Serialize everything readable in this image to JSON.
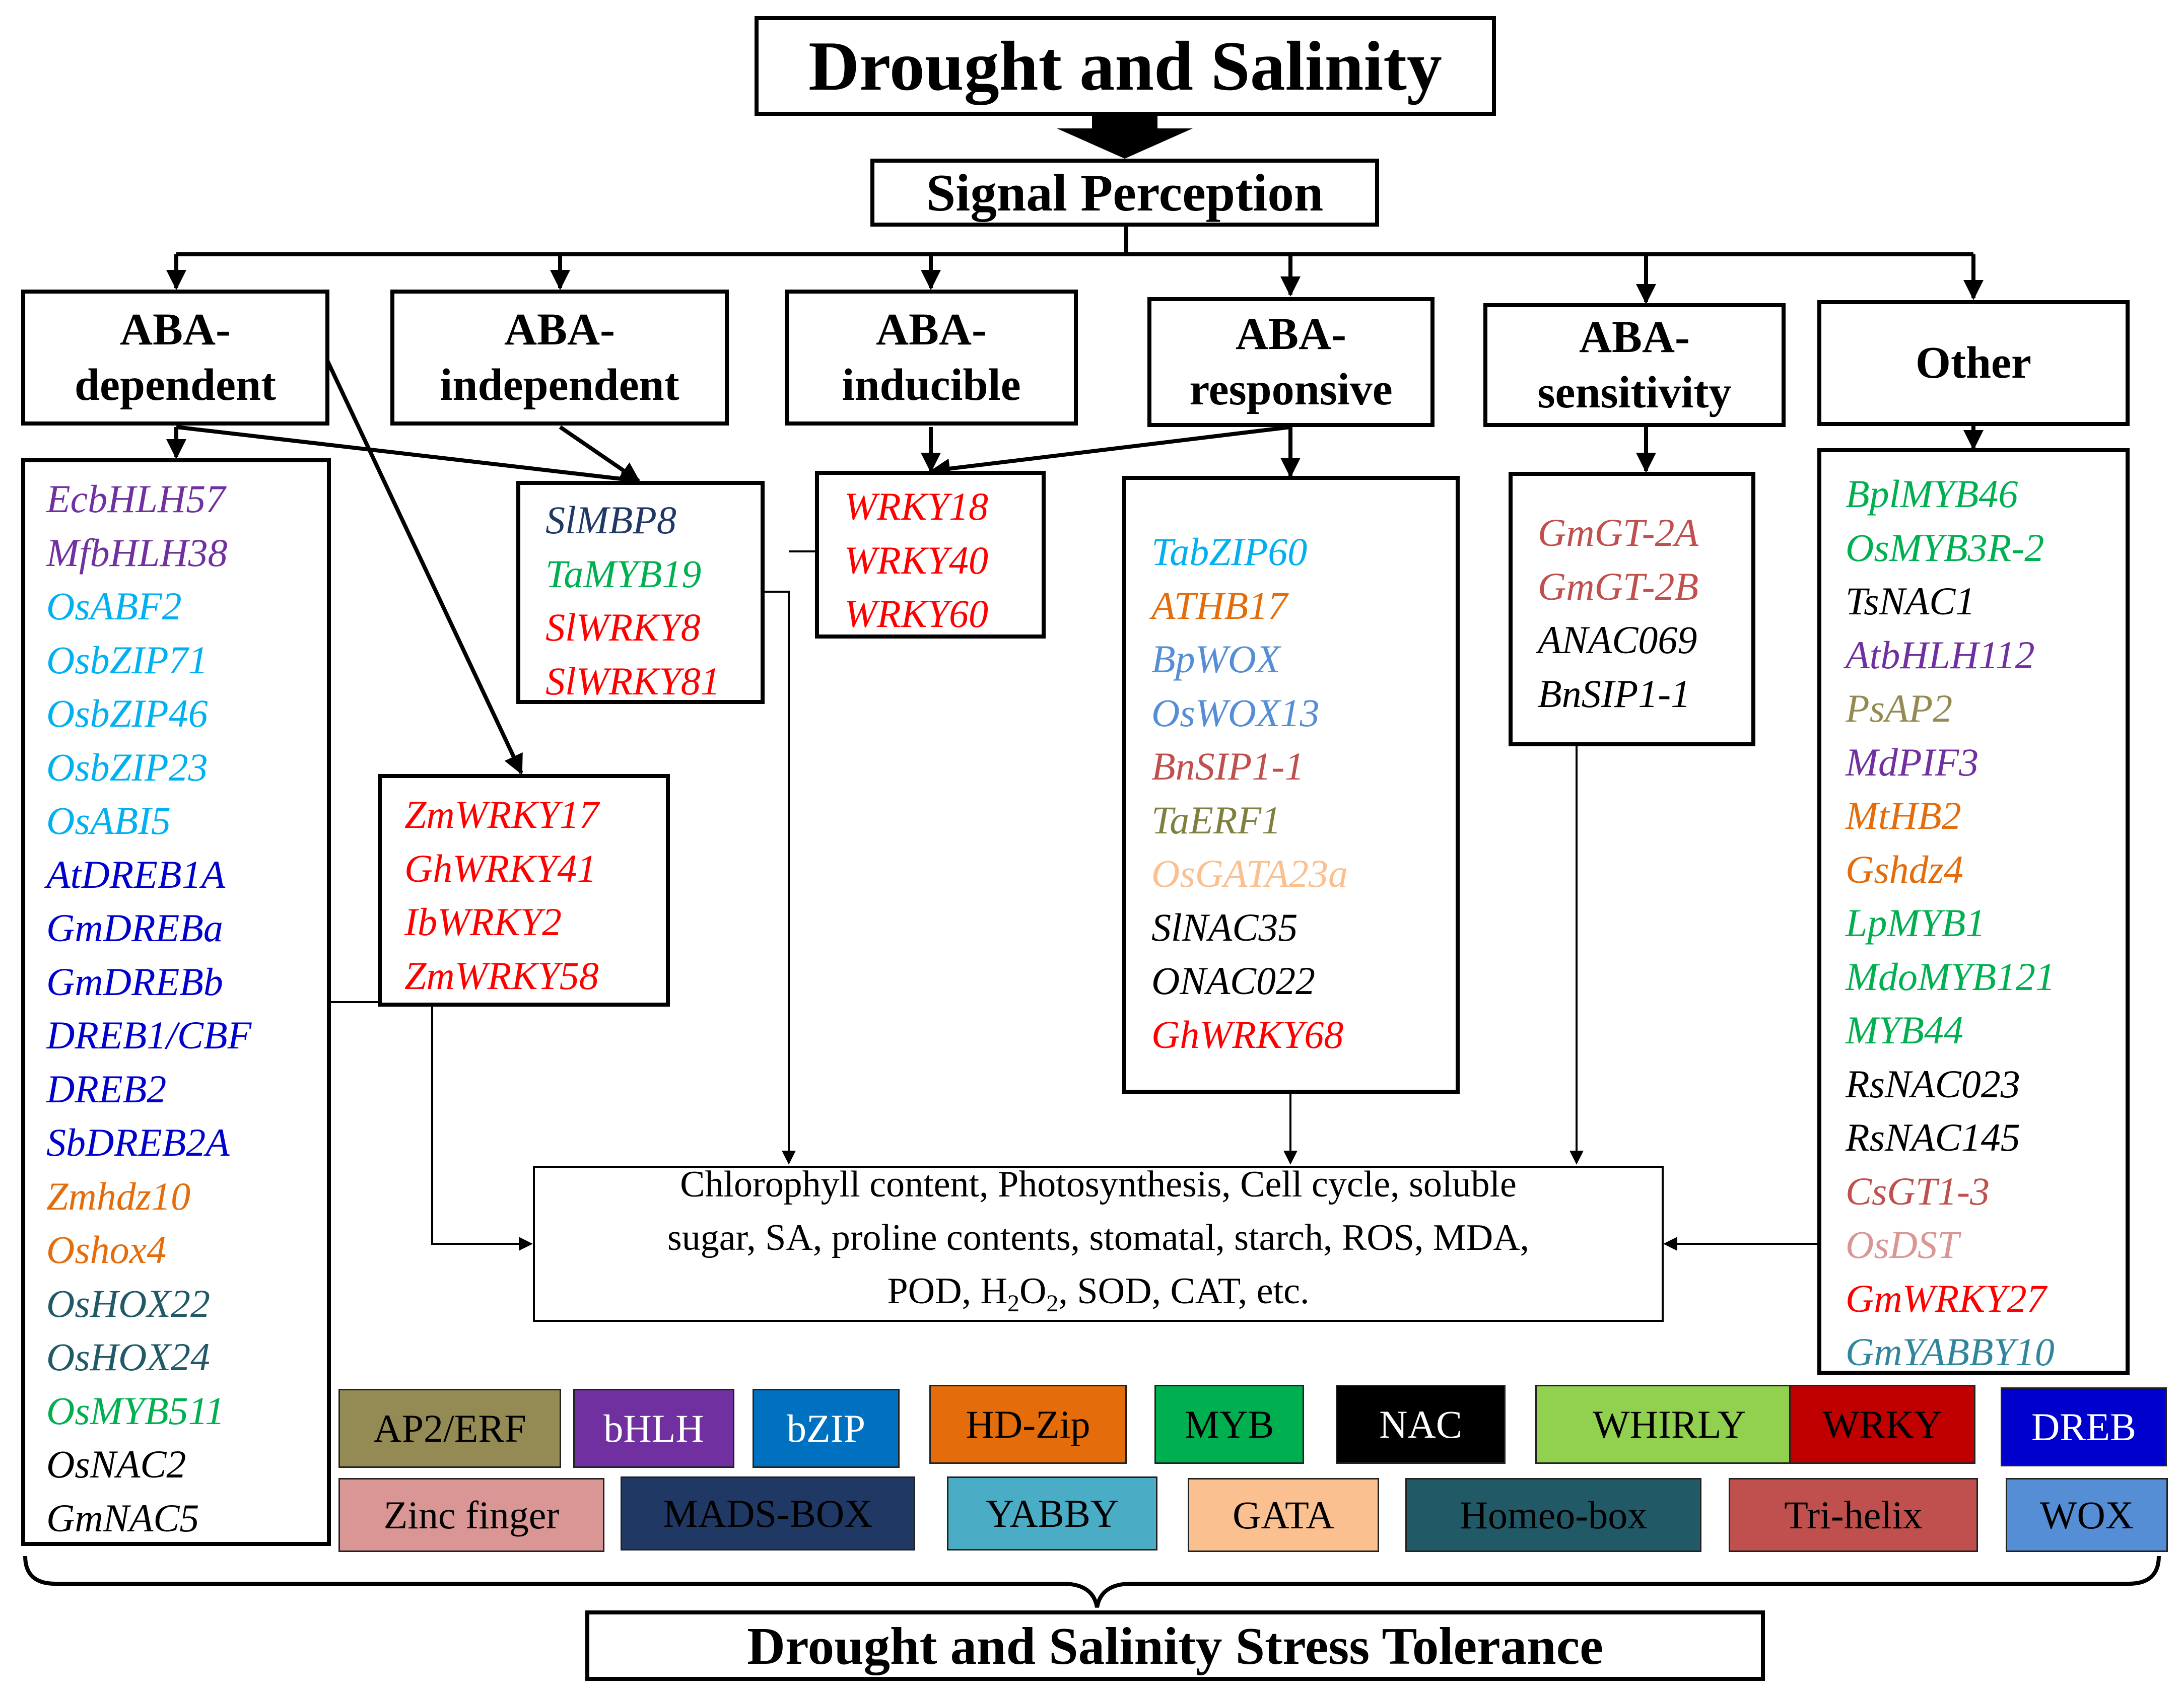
{
  "title": "Drought and Salinity",
  "signal": "Signal Perception",
  "categories": [
    {
      "key": "dep",
      "line1": "ABA-",
      "line2": "dependent"
    },
    {
      "key": "ind",
      "line1": "ABA-",
      "line2": "independent"
    },
    {
      "key": "inc",
      "line1": "ABA-",
      "line2": "inducible"
    },
    {
      "key": "res",
      "line1": "ABA-",
      "line2": "responsive"
    },
    {
      "key": "sen",
      "line1": "ABA-",
      "line2": "sensitivity"
    },
    {
      "key": "oth",
      "line1": "Other",
      "line2": ""
    }
  ],
  "lists": {
    "dependent": [
      {
        "name": "EcbHLH57",
        "color": "#7030a0"
      },
      {
        "name": "MfbHLH38",
        "color": "#7030a0"
      },
      {
        "name": "OsABF2",
        "color": "#00b0f0"
      },
      {
        "name": "OsbZIP71",
        "color": "#00b0f0"
      },
      {
        "name": "OsbZIP46",
        "color": "#00b0f0"
      },
      {
        "name": "OsbZIP23",
        "color": "#00b0f0"
      },
      {
        "name": "OsABI5",
        "color": "#00b0f0"
      },
      {
        "name": "AtDREB1A",
        "color": "#0000cc"
      },
      {
        "name": "GmDREBa",
        "color": "#0000cc"
      },
      {
        "name": "GmDREBb",
        "color": "#0000cc"
      },
      {
        "name": "DREB1/CBF",
        "color": "#0000cc"
      },
      {
        "name": "DREB2",
        "color": "#0000cc"
      },
      {
        "name": "SbDREB2A",
        "color": "#0000cc"
      },
      {
        "name": "Zmhdz10",
        "color": "#e46c0a"
      },
      {
        "name": "Oshox4",
        "color": "#e46c0a"
      },
      {
        "name": "OsHOX22",
        "color": "#215967"
      },
      {
        "name": "OsHOX24",
        "color": "#215967"
      },
      {
        "name": "OsMYB511",
        "color": "#00b050"
      },
      {
        "name": "OsNAC2",
        "color": "#000000"
      },
      {
        "name": "GmNAC5",
        "color": "#000000"
      }
    ],
    "independent": [
      {
        "name": "SlMBP8",
        "color": "#1f3864"
      },
      {
        "name": "TaMYB19",
        "color": "#00b050"
      },
      {
        "name": "SlWRKY8",
        "color": "#ff0000"
      },
      {
        "name": "SlWRKY81",
        "color": "#ff0000"
      }
    ],
    "inducible": [
      {
        "name": "WRKY18",
        "color": "#ff0000"
      },
      {
        "name": "WRKY40",
        "color": "#ff0000"
      },
      {
        "name": "WRKY60",
        "color": "#ff0000"
      }
    ],
    "zm": [
      {
        "name": "ZmWRKY17",
        "color": "#ff0000"
      },
      {
        "name": "GhWRKY41",
        "color": "#ff0000"
      },
      {
        "name": "IbWRKY2",
        "color": "#ff0000"
      },
      {
        "name": "ZmWRKY58",
        "color": "#ff0000"
      }
    ],
    "responsive": [
      {
        "name": "TabZIP60",
        "color": "#00b0f0"
      },
      {
        "name": "ATHB17",
        "color": "#e46c0a"
      },
      {
        "name": "BpWOX",
        "color": "#558ed5"
      },
      {
        "name": "OsWOX13",
        "color": "#558ed5"
      },
      {
        "name": "BnSIP1-1",
        "color": "#c0504d"
      },
      {
        "name": "TaERF1",
        "color": "#7f7f3f"
      },
      {
        "name": "OsGATA23a",
        "color": "#fac090"
      },
      {
        "name": "SlNAC35",
        "color": "#000000"
      },
      {
        "name": "ONAC022",
        "color": "#000000"
      },
      {
        "name": "GhWRKY68",
        "color": "#ff0000"
      }
    ],
    "sensitivity": [
      {
        "name": "GmGT-2A",
        "color": "#c0504d"
      },
      {
        "name": "GmGT-2B",
        "color": "#c0504d"
      },
      {
        "name": "ANAC069",
        "color": "#000000"
      },
      {
        "name": "BnSIP1-1",
        "color": "#000000"
      }
    ],
    "other": [
      {
        "name": "BplMYB46",
        "color": "#00b050"
      },
      {
        "name": "OsMYB3R-2",
        "color": "#00b050"
      },
      {
        "name": "TsNAC1",
        "color": "#000000"
      },
      {
        "name": "AtbHLH112",
        "color": "#7030a0"
      },
      {
        "name": "PsAP2",
        "color": "#948a54"
      },
      {
        "name": "MdPIF3",
        "color": "#7030a0"
      },
      {
        "name": "MtHB2",
        "color": "#e46c0a"
      },
      {
        "name": "Gshdz4",
        "color": "#e46c0a"
      },
      {
        "name": "LpMYB1",
        "color": "#00b050"
      },
      {
        "name": "MdoMYB121",
        "color": "#00b050"
      },
      {
        "name": "MYB44",
        "color": "#00b050"
      },
      {
        "name": "RsNAC023",
        "color": "#000000"
      },
      {
        "name": "RsNAC145",
        "color": "#000000"
      },
      {
        "name": "CsGT1-3",
        "color": "#c0504d"
      },
      {
        "name": "OsDST",
        "color": "#d99694"
      },
      {
        "name": "GmWRKY27",
        "color": "#ff0000"
      },
      {
        "name": "GmYABBY10",
        "color": "#31859c"
      }
    ]
  },
  "outcome": {
    "line1": "Chlorophyll content, Photosynthesis, Cell cycle, soluble",
    "line2": "sugar, SA, proline contents, stomatal, starch, ROS, MDA,",
    "line3a": "POD, H",
    "sub1": "2",
    "line3b": "O",
    "sub2": "2",
    "line3c": ", SOD, CAT, etc."
  },
  "legend": {
    "row1": [
      {
        "label": "AP2/ERF",
        "bg": "#948a54",
        "fg": "#000000"
      },
      {
        "label": "bHLH",
        "bg": "#7030a0",
        "fg": "#ffffff"
      },
      {
        "label": "bZIP",
        "bg": "#0070c0",
        "fg": "#ffffff"
      },
      {
        "label": "HD-Zip",
        "bg": "#e46c0a",
        "fg": "#000000"
      },
      {
        "label": "MYB",
        "bg": "#00b050",
        "fg": "#000000"
      },
      {
        "label": "NAC",
        "bg": "#000000",
        "fg": "#ffffff"
      },
      {
        "label": "WHIRLY",
        "bg": "#92d050",
        "fg": "#000000"
      },
      {
        "label": "WRKY",
        "bg": "#c00000",
        "fg": "#000000"
      },
      {
        "label": "DREB",
        "bg": "#0000cc",
        "fg": "#ffffff"
      }
    ],
    "row2": [
      {
        "label": "Zinc finger",
        "bg": "#d99694",
        "fg": "#000000"
      },
      {
        "label": "MADS-BOX",
        "bg": "#1f3864",
        "fg": "#000000"
      },
      {
        "label": "YABBY",
        "bg": "#4bacc6",
        "fg": "#000000"
      },
      {
        "label": "GATA",
        "bg": "#fac090",
        "fg": "#000000"
      },
      {
        "label": "Homeo-box",
        "bg": "#215967",
        "fg": "#000000"
      },
      {
        "label": "Tri-helix",
        "bg": "#c0504d",
        "fg": "#000000"
      },
      {
        "label": "WOX",
        "bg": "#558ed5",
        "fg": "#000000"
      }
    ]
  },
  "final": "Drought and Salinity Stress Tolerance"
}
